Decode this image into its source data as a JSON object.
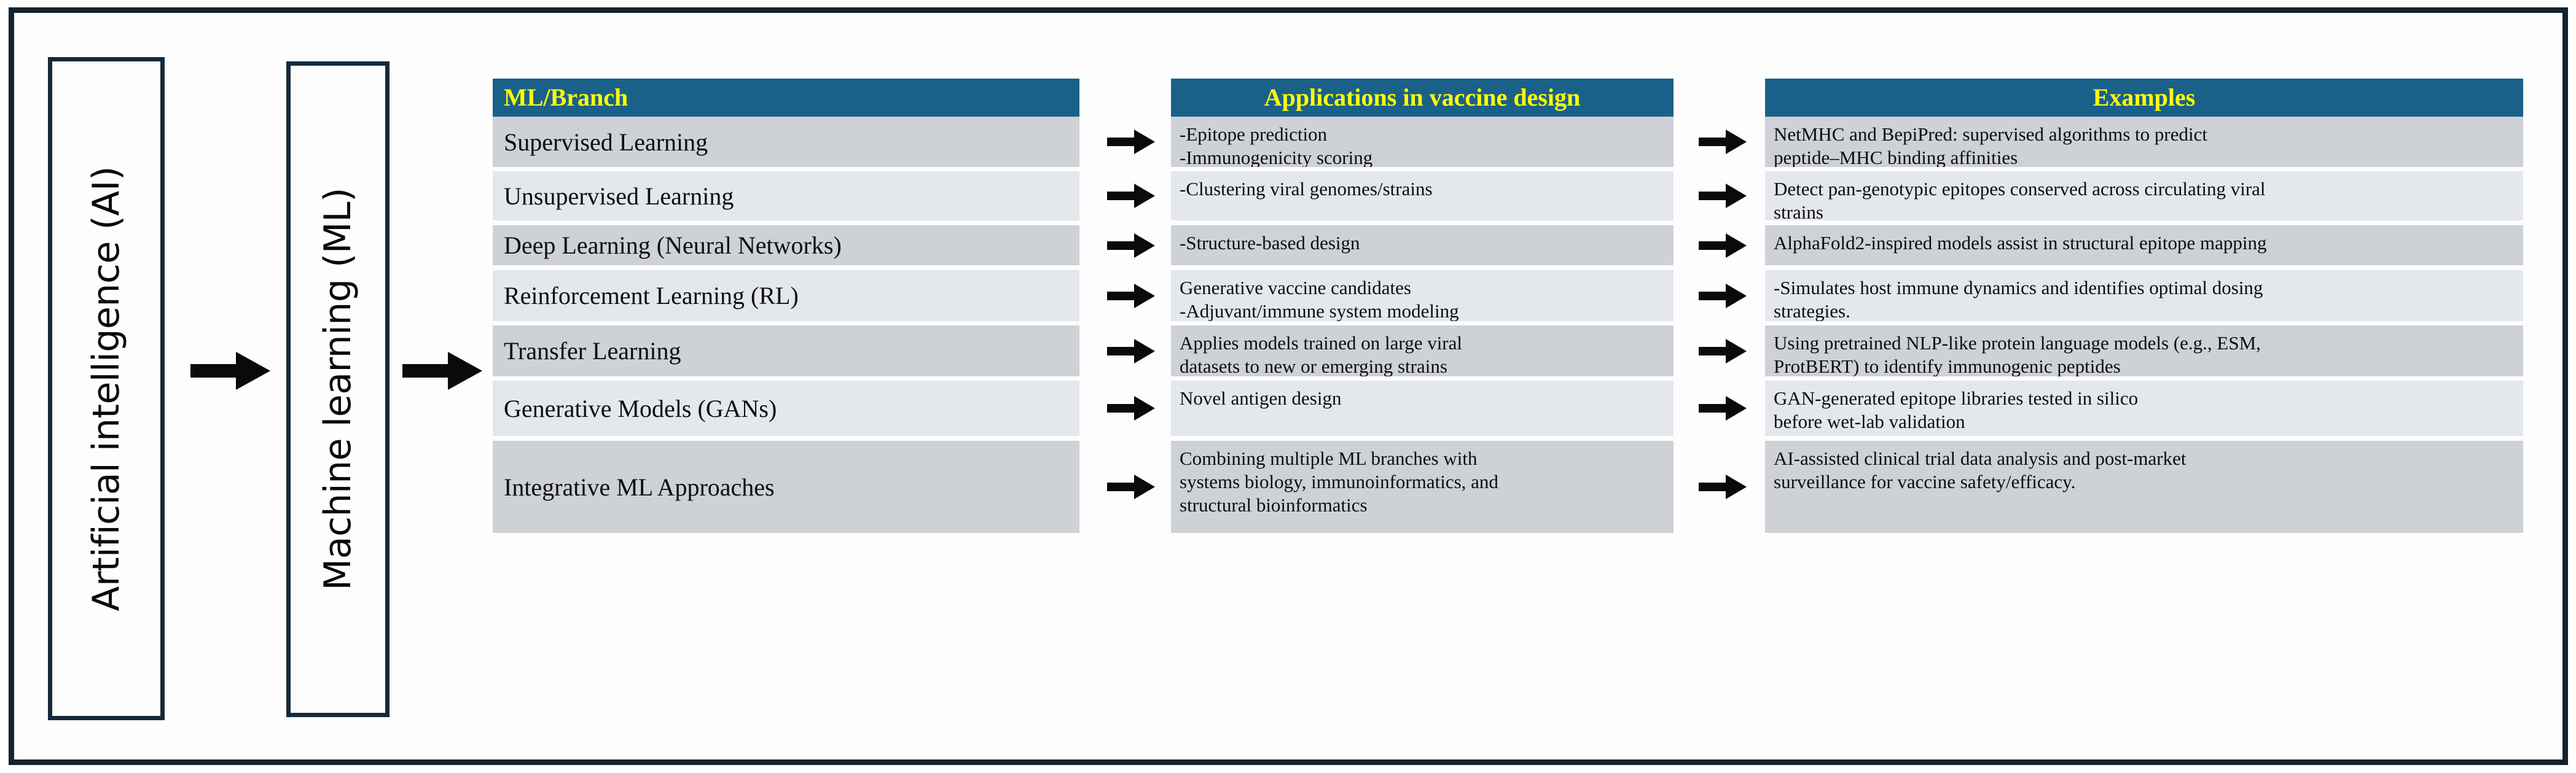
{
  "stages": [
    {
      "id": "ai",
      "label": "Artificial intelligence (AI)"
    },
    {
      "id": "ml",
      "label": "Machine learning (ML)"
    }
  ],
  "flow_arrows": [
    {
      "name": "arrow-ai-to-ml",
      "glyph": "right-arrow-icon"
    },
    {
      "name": "arrow-ml-to-table",
      "glyph": "right-arrow-icon"
    }
  ],
  "table": {
    "headers": {
      "branch": "ML/Branch",
      "applications": "Applications in vaccine design",
      "examples": "Examples"
    },
    "header_bg": "#1a6189",
    "header_fg": "#ffff00",
    "row_shade_dark": "#ced1d6",
    "row_shade_light": "#e4e7eb",
    "rows": [
      {
        "branch": "Supervised Learning",
        "applications": [
          "-Epitope prediction",
          "-Immunogenicity scoring"
        ],
        "examples": [
          "NetMHC and BepiPred: supervised algorithms to predict",
          "peptide–MHC binding affinities"
        ]
      },
      {
        "branch": "Unsupervised Learning",
        "applications": [
          "-Clustering viral genomes/strains"
        ],
        "examples": [
          "Detect pan-genotypic epitopes conserved across circulating viral",
          "strains"
        ]
      },
      {
        "branch": "Deep Learning (Neural Networks)",
        "applications": [
          "-Structure-based design"
        ],
        "examples": [
          "AlphaFold2-inspired models assist in structural epitope mapping"
        ]
      },
      {
        "branch": "Reinforcement Learning (RL)",
        "applications": [
          "Generative vaccine candidates",
          "-Adjuvant/immune system modeling"
        ],
        "examples": [
          "-Simulates host immune dynamics and identifies optimal dosing",
          "strategies."
        ]
      },
      {
        "branch": "Transfer Learning",
        "applications": [
          "Applies models trained on large viral",
          "datasets to new or emerging strains"
        ],
        "examples": [
          "Using pretrained NLP-like protein language models (e.g., ESM,",
          "ProtBERT) to identify immunogenic peptides"
        ]
      },
      {
        "branch": "Generative Models (GANs)",
        "applications": [
          "Novel antigen design"
        ],
        "examples": [
          "GAN-generated epitope libraries tested in silico",
          "before wet-lab validation"
        ]
      },
      {
        "branch": "Integrative ML Approaches",
        "applications": [
          "Combining multiple ML branches with",
          "systems biology, immunoinformatics, and",
          "structural bioinformatics"
        ],
        "examples": [
          "AI-assisted clinical trial data analysis and post-market",
          "surveillance for vaccine safety/efficacy."
        ]
      }
    ]
  }
}
